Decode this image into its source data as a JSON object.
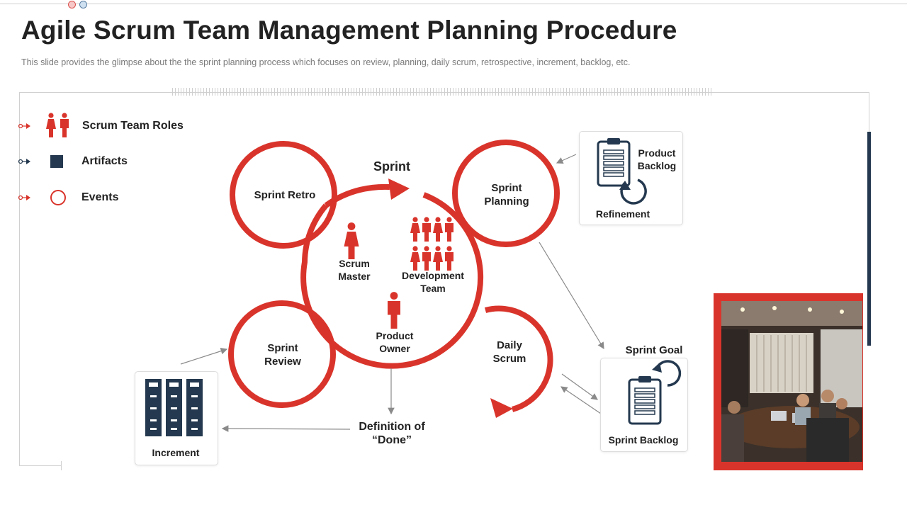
{
  "title": "Agile Scrum Team Management Planning Procedure",
  "subtitle": "This slide provides  the glimpse about the the sprint planning  process which focuses on review,  planning, daily scrum, retrospective,  increment, backlog, etc.",
  "legend": {
    "roles": "Scrum Team Roles",
    "artifacts": "Artifacts",
    "events": "Events"
  },
  "diagram": {
    "sprint": "Sprint",
    "sprint_retro": "Sprint Retro",
    "sprint_planning_1": "Sprint",
    "sprint_planning_2": "Planning",
    "sprint_review_1": "Sprint",
    "sprint_review_2": "Review",
    "daily_scrum_1": "Daily",
    "daily_scrum_2": "Scrum",
    "scrum_master_1": "Scrum",
    "scrum_master_2": "Master",
    "dev_team_1": "Development",
    "dev_team_2": "Team",
    "product_owner_1": "Product",
    "product_owner_2": "Owner",
    "product_backlog_1": "Product",
    "product_backlog_2": "Backlog",
    "refinement": "Refinement",
    "sprint_goal": "Sprint Goal",
    "sprint_backlog": "Sprint Backlog",
    "increment": "Increment",
    "dod_1": "Definition of",
    "dod_2": "“Done”"
  },
  "colors": {
    "accent": "#d9342b",
    "navy": "#24394f",
    "text": "#222222"
  }
}
